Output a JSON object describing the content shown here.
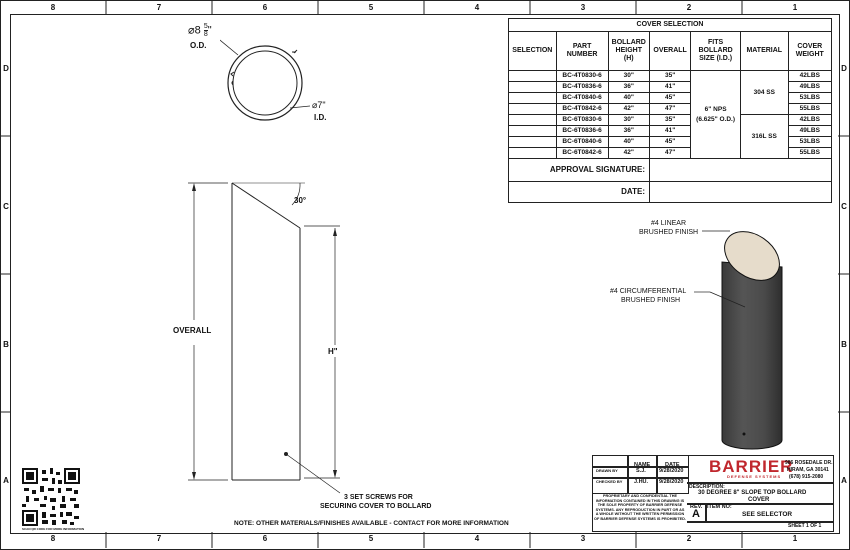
{
  "zones": {
    "columns": [
      "8",
      "7",
      "6",
      "5",
      "4",
      "3",
      "2",
      "1"
    ],
    "rows": [
      "D",
      "C",
      "B",
      "A"
    ]
  },
  "top_view": {
    "od_symbol": "⌀",
    "od_whole": "8",
    "od_num": "5",
    "od_den": "8",
    "od_unit": "\"",
    "od_label": "O.D.",
    "id_value": "⌀7\"",
    "id_label": "I.D."
  },
  "side_view": {
    "angle_label": "30°",
    "overall_label": "OVERALL",
    "height_label": "H\"",
    "screws_line1": "3 SET SCREWS FOR",
    "screws_line2": "SECURING COVER TO BOLLARD"
  },
  "iso_view": {
    "top_finish_line1": "#4 LINEAR",
    "top_finish_line2": "BRUSHED FINISH",
    "body_finish_line1": "#4 CIRCUMFERENTIAL",
    "body_finish_line2": "BRUSHED FINISH"
  },
  "note": "NOTE: OTHER MATERIALS/FINISHES AVAILABLE - CONTACT FOR MORE INFORMATION",
  "qr_caption": "SCAN QR CODE FOR MORE INFORMATION",
  "cover_selection": {
    "title": "COVER SELECTION",
    "headers": [
      "SELECTION",
      "PART NUMBER",
      "BOLLARD HEIGHT (H)",
      "OVERALL",
      "FITS BOLLARD SIZE (I.D.)",
      "MATERIAL",
      "COVER WEIGHT"
    ],
    "rows": [
      {
        "part": "BC-4T0830-6",
        "height": "30\"",
        "overall": "35\"",
        "weight": "42LBS"
      },
      {
        "part": "BC-4T0836-6",
        "height": "36\"",
        "overall": "41\"",
        "weight": "49LBS"
      },
      {
        "part": "BC-4T0840-6",
        "height": "40\"",
        "overall": "45\"",
        "weight": "53LBS"
      },
      {
        "part": "BC-4T0842-6",
        "height": "42\"",
        "overall": "47\"",
        "weight": "55LBS"
      },
      {
        "part": "BC-6T0830-6",
        "height": "30\"",
        "overall": "35\"",
        "weight": "42LBS"
      },
      {
        "part": "BC-6T0836-6",
        "height": "36\"",
        "overall": "41\"",
        "weight": "49LBS"
      },
      {
        "part": "BC-6T0840-6",
        "height": "40\"",
        "overall": "45\"",
        "weight": "53LBS"
      },
      {
        "part": "BC-6T0842-6",
        "height": "42\"",
        "overall": "47\"",
        "weight": "55LBS"
      }
    ],
    "fits_size_line1": "6\" NPS",
    "fits_size_line2": "(6.625\" O.D.)",
    "material_1": "304 SS",
    "material_2": "316L SS",
    "approval_label": "APPROVAL SIGNATURE:",
    "date_label": "DATE:"
  },
  "title_block": {
    "col_name": "NAME",
    "col_date": "DATE",
    "drawn_by_label": "DRAWN BY",
    "drawn_by_name": "S.J.",
    "drawn_by_date": "9/28/2020",
    "checked_by_label": "CHECKED BY",
    "checked_by_name": "J.HU.",
    "checked_by_date": "9/28/2020",
    "proprietary": "PROPRIETARY AND CONFIDENTIAL THE INFORMATION CONTAINED IN THIS DRAWING IS THE SOLE PROPERTY OF BARRIER DEFENSE SYSTEMS. ANY REPRODUCTION IN PART OR AS A WHOLE WITHOUT THE WRITTEN PERMISSION OF BARRIER DEFENSE SYSTEMS IS PROHIBITED.",
    "logo_main": "BARRIER",
    "logo_sub": "DEFENSE SYSTEMS",
    "address_line1": "986 ROSEDALE DR.",
    "address_line2": "HIRAM, GA 30141",
    "address_line3": "(678) 915-2080",
    "description_label": "DESCRIPTION:",
    "description_line1": "30 DEGREE 8\" SLOPE TOP BOLLARD",
    "description_line2": "COVER",
    "rev_label": "REV.",
    "rev_value": "A",
    "item_label": "ITEM NO:",
    "item_value": "SEE SELECTOR",
    "sheet": "SHEET 1 OF 1"
  }
}
